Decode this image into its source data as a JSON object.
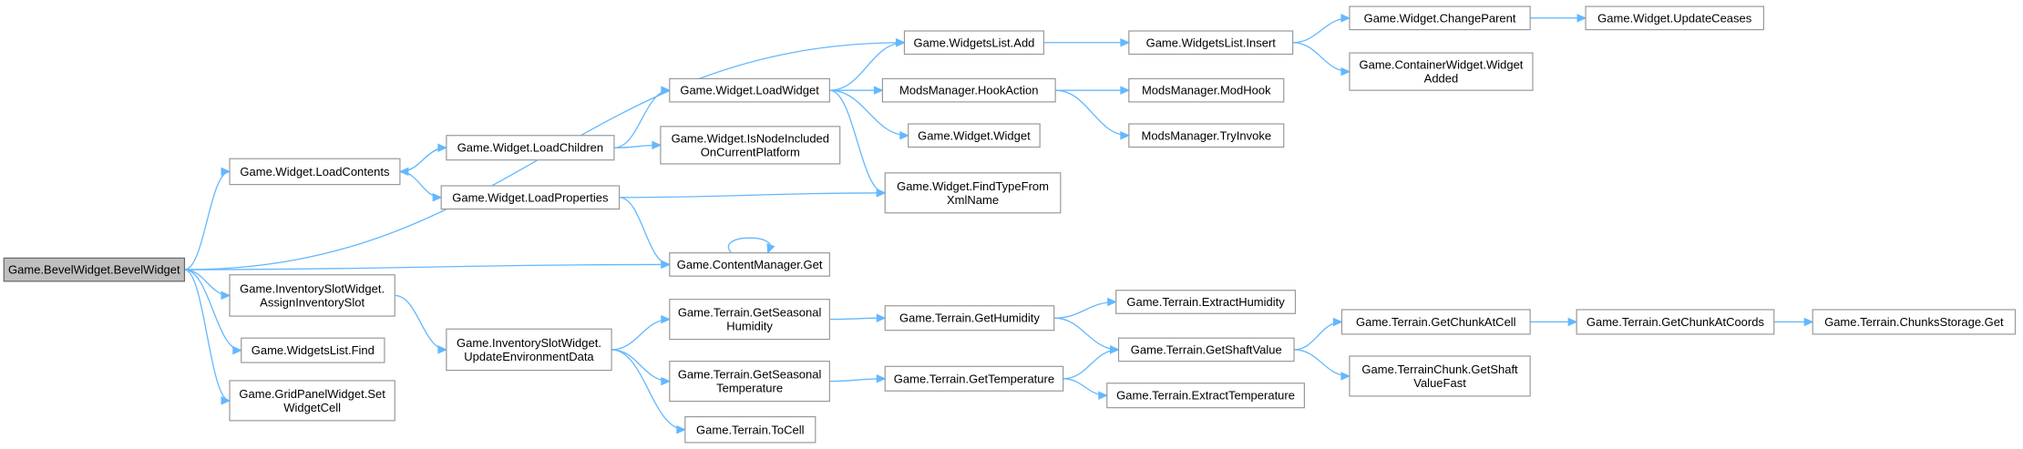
{
  "nodes": [
    {
      "id": "bevel",
      "lines": [
        "Game.BevelWidget.BevelWidget"
      ],
      "root": true
    },
    {
      "id": "loadcontents",
      "lines": [
        "Game.Widget.LoadContents"
      ]
    },
    {
      "id": "assignslot",
      "lines": [
        "Game.InventorySlotWidget.",
        "AssignInventorySlot"
      ]
    },
    {
      "id": "find",
      "lines": [
        "Game.WidgetsList.Find"
      ]
    },
    {
      "id": "gridset",
      "lines": [
        "Game.GridPanelWidget.Set",
        "WidgetCell"
      ]
    },
    {
      "id": "loadchildren",
      "lines": [
        "Game.Widget.LoadChildren"
      ]
    },
    {
      "id": "loadprops",
      "lines": [
        "Game.Widget.LoadProperties"
      ]
    },
    {
      "id": "updateenv",
      "lines": [
        "Game.InventorySlotWidget.",
        "UpdateEnvironmentData"
      ]
    },
    {
      "id": "loadwidget",
      "lines": [
        "Game.Widget.LoadWidget"
      ]
    },
    {
      "id": "isnode",
      "lines": [
        "Game.Widget.IsNodeIncluded",
        "OnCurrentPlatform"
      ]
    },
    {
      "id": "contentget",
      "lines": [
        "Game.ContentManager.Get"
      ]
    },
    {
      "id": "seasonhum",
      "lines": [
        "Game.Terrain.GetSeasonal",
        "Humidity"
      ]
    },
    {
      "id": "seasontemp",
      "lines": [
        "Game.Terrain.GetSeasonal",
        "Temperature"
      ]
    },
    {
      "id": "tocell",
      "lines": [
        "Game.Terrain.ToCell"
      ]
    },
    {
      "id": "wladd",
      "lines": [
        "Game.WidgetsList.Add"
      ]
    },
    {
      "id": "widgetctor",
      "lines": [
        "Game.Widget.Widget"
      ]
    },
    {
      "id": "findtype",
      "lines": [
        "Game.Widget.FindTypeFrom",
        "XmlName"
      ]
    },
    {
      "id": "gethum",
      "lines": [
        "Game.Terrain.GetHumidity"
      ]
    },
    {
      "id": "gettemp",
      "lines": [
        "Game.Terrain.GetTemperature"
      ]
    },
    {
      "id": "hookaction",
      "lines": [
        "ModsManager.HookAction"
      ]
    },
    {
      "id": "wlinsert",
      "lines": [
        "Game.WidgetsList.Insert"
      ]
    },
    {
      "id": "modhook",
      "lines": [
        "ModsManager.ModHook"
      ]
    },
    {
      "id": "tryinvoke",
      "lines": [
        "ModsManager.TryInvoke"
      ]
    },
    {
      "id": "extracthum",
      "lines": [
        "Game.Terrain.ExtractHumidity"
      ]
    },
    {
      "id": "getshaft",
      "lines": [
        "Game.Terrain.GetShaftValue"
      ]
    },
    {
      "id": "extracttemp",
      "lines": [
        "Game.Terrain.ExtractTemperature"
      ]
    },
    {
      "id": "changeparent",
      "lines": [
        "Game.Widget.ChangeParent"
      ]
    },
    {
      "id": "containeradded",
      "lines": [
        "Game.ContainerWidget.Widget",
        "Added"
      ]
    },
    {
      "id": "chunkatcell",
      "lines": [
        "Game.Terrain.GetChunkAtCell"
      ]
    },
    {
      "id": "shaftfast",
      "lines": [
        "Game.TerrainChunk.GetShaft",
        "ValueFast"
      ]
    },
    {
      "id": "updateceases",
      "lines": [
        "Game.Widget.UpdateCeases"
      ]
    },
    {
      "id": "chunkatcoords",
      "lines": [
        "Game.Terrain.GetChunkAtCoords"
      ]
    },
    {
      "id": "chunksget",
      "lines": [
        "Game.Terrain.ChunksStorage.Get"
      ]
    }
  ],
  "edges": [
    [
      "bevel",
      "wladd"
    ],
    [
      "bevel",
      "loadcontents"
    ],
    [
      "bevel",
      "contentget"
    ],
    [
      "bevel",
      "assignslot"
    ],
    [
      "bevel",
      "find"
    ],
    [
      "bevel",
      "gridset"
    ],
    [
      "loadcontents",
      "loadchildren"
    ],
    [
      "loadcontents",
      "loadprops"
    ],
    [
      "loadchildren",
      "loadcontents"
    ],
    [
      "loadchildren",
      "loadwidget"
    ],
    [
      "loadchildren",
      "isnode"
    ],
    [
      "loadprops",
      "contentget"
    ],
    [
      "loadprops",
      "findtype"
    ],
    [
      "loadwidget",
      "wladd"
    ],
    [
      "loadwidget",
      "hookaction"
    ],
    [
      "loadwidget",
      "widgetctor"
    ],
    [
      "loadwidget",
      "findtype"
    ],
    [
      "contentget",
      "contentget"
    ],
    [
      "wladd",
      "wlinsert"
    ],
    [
      "wlinsert",
      "changeparent"
    ],
    [
      "wlinsert",
      "containeradded"
    ],
    [
      "changeparent",
      "updateceases"
    ],
    [
      "hookaction",
      "modhook"
    ],
    [
      "hookaction",
      "tryinvoke"
    ],
    [
      "assignslot",
      "updateenv"
    ],
    [
      "updateenv",
      "seasonhum"
    ],
    [
      "updateenv",
      "seasontemp"
    ],
    [
      "updateenv",
      "tocell"
    ],
    [
      "seasonhum",
      "gethum"
    ],
    [
      "seasontemp",
      "gettemp"
    ],
    [
      "gethum",
      "extracthum"
    ],
    [
      "gethum",
      "getshaft"
    ],
    [
      "gettemp",
      "getshaft"
    ],
    [
      "gettemp",
      "extracttemp"
    ],
    [
      "getshaft",
      "chunkatcell"
    ],
    [
      "getshaft",
      "shaftfast"
    ],
    [
      "chunkatcell",
      "chunkatcoords"
    ],
    [
      "chunkatcoords",
      "chunksget"
    ]
  ],
  "colors": {
    "edge": "#63b8ff",
    "node_border": "#999999",
    "root_fill": "#bfbfbf"
  }
}
